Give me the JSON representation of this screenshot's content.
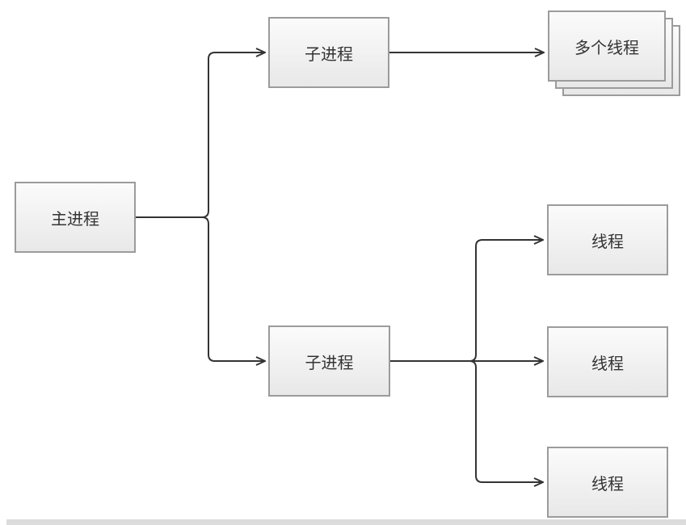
{
  "diagram": {
    "type": "flowchart",
    "direction": "left-to-right",
    "nodes": {
      "main_process": {
        "label": "主进程",
        "shape": "rect"
      },
      "child_process_top": {
        "label": "子进程",
        "shape": "rect"
      },
      "multiple_threads": {
        "label": "多个线程",
        "shape": "stacked-rect"
      },
      "child_process_bottom": {
        "label": "子进程",
        "shape": "rect"
      },
      "thread_1": {
        "label": "线程",
        "shape": "rect"
      },
      "thread_2": {
        "label": "线程",
        "shape": "rect"
      },
      "thread_3": {
        "label": "线程",
        "shape": "rect"
      }
    },
    "edges": [
      {
        "from": "main_process",
        "to": "child_process_top",
        "arrow": "open"
      },
      {
        "from": "main_process",
        "to": "child_process_bottom",
        "arrow": "open"
      },
      {
        "from": "child_process_top",
        "to": "multiple_threads",
        "arrow": "open"
      },
      {
        "from": "child_process_bottom",
        "to": "thread_1",
        "arrow": "open"
      },
      {
        "from": "child_process_bottom",
        "to": "thread_2",
        "arrow": "open"
      },
      {
        "from": "child_process_bottom",
        "to": "thread_3",
        "arrow": "open"
      }
    ],
    "colors": {
      "background": "#ffffff",
      "box_fill_top": "#fbfbfb",
      "box_fill_bottom": "#e8e8e8",
      "box_border": "#9b9b9b",
      "connector": "#333333",
      "text": "#333333",
      "scrollbar_track": "#dcdcdc"
    }
  }
}
